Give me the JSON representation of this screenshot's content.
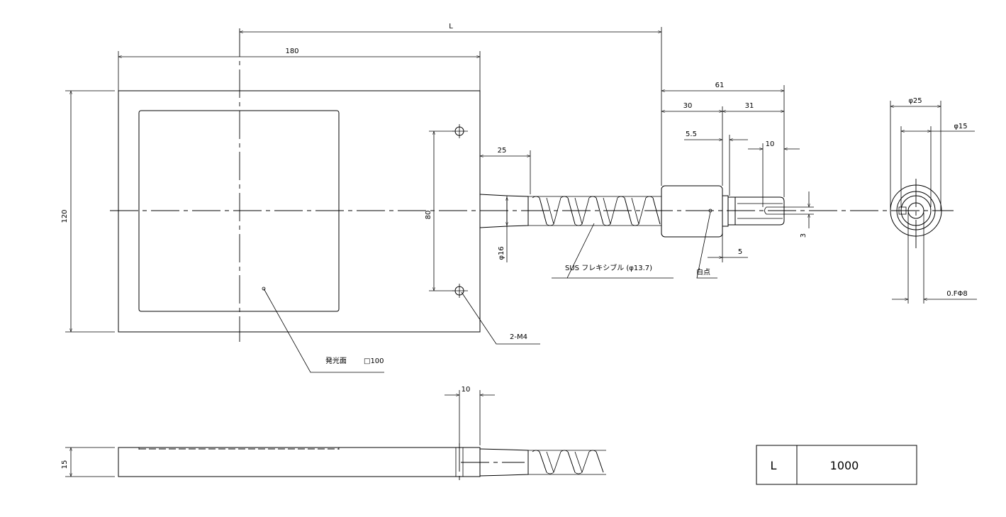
{
  "dimensions": {
    "overall_length": "L",
    "plate_width": "180",
    "plate_height": "120",
    "hole_pitch": "80",
    "ferrule_length": "25",
    "flex_dia": "φ16",
    "head_total": "61",
    "head_body": "30",
    "head_tip": "31",
    "step_a": "5.5",
    "step_b": "10",
    "step_c": "5",
    "slot_depth": "3",
    "front_outer_dia": "φ25",
    "front_mid_dia": "φ15",
    "front_fiber_dia": "0.FΦ8",
    "side_thickness": "15",
    "side_tab": "10"
  },
  "notes": {
    "flexible": "SUS フレキシブル  (φ13.7)",
    "white_point": "白点",
    "taps": "2-M4",
    "emitting_face": "発光面",
    "emitting_size": "□100"
  },
  "table": {
    "key": "L",
    "value": "1000"
  }
}
